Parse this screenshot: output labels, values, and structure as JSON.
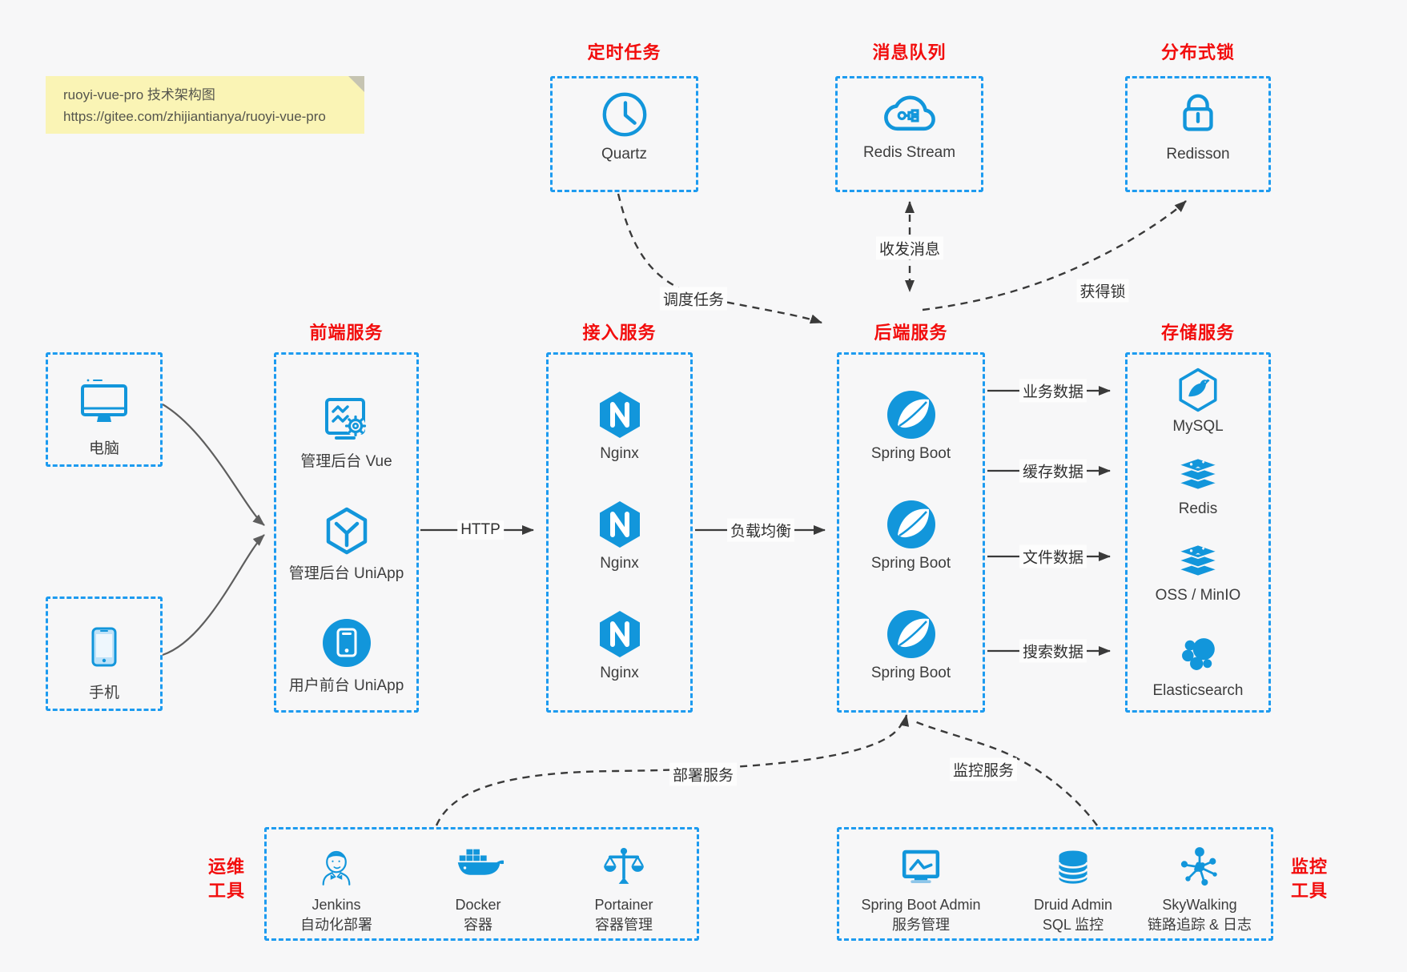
{
  "note": {
    "line1": "ruoyi-vue-pro 技术架构图",
    "line2": "https://gitee.com/zhijiantianya/ruoyi-vue-pro"
  },
  "top_groups": [
    {
      "title": "定时任务",
      "icon": "clock-icon",
      "label": "Quartz"
    },
    {
      "title": "消息队列",
      "icon": "cloud-stream-icon",
      "label": "Redis Stream"
    },
    {
      "title": "分布式锁",
      "icon": "lock-icon",
      "label": "Redisson"
    }
  ],
  "clients": [
    {
      "icon": "desktop-icon",
      "label": "电脑"
    },
    {
      "icon": "mobile-icon",
      "label": "手机"
    }
  ],
  "columns": [
    {
      "title": "前端服务",
      "items": [
        {
          "icon": "admin-vue-icon",
          "label": "管理后台 Vue"
        },
        {
          "icon": "uniapp-icon",
          "label": "管理后台 UniApp"
        },
        {
          "icon": "user-app-icon",
          "label": "用户前台 UniApp"
        }
      ]
    },
    {
      "title": "接入服务",
      "items": [
        {
          "icon": "nginx-icon",
          "label": "Nginx"
        },
        {
          "icon": "nginx-icon",
          "label": "Nginx"
        },
        {
          "icon": "nginx-icon",
          "label": "Nginx"
        }
      ]
    },
    {
      "title": "后端服务",
      "items": [
        {
          "icon": "spring-icon",
          "label": "Spring Boot"
        },
        {
          "icon": "spring-icon",
          "label": "Spring Boot"
        },
        {
          "icon": "spring-icon",
          "label": "Spring Boot"
        }
      ]
    },
    {
      "title": "存储服务",
      "items": [
        {
          "icon": "mysql-icon",
          "label": "MySQL"
        },
        {
          "icon": "redis-icon",
          "label": "Redis"
        },
        {
          "icon": "redis-icon",
          "label": "OSS / MinIO"
        },
        {
          "icon": "elasticsearch-icon",
          "label": "Elasticsearch"
        }
      ]
    }
  ],
  "bottom_groups": [
    {
      "side": {
        "line1": "运维",
        "line2": "工具"
      },
      "items": [
        {
          "icon": "jenkins-icon",
          "name": "Jenkins",
          "desc": "自动化部署"
        },
        {
          "icon": "docker-icon",
          "name": "Docker",
          "desc": "容器"
        },
        {
          "icon": "portainer-icon",
          "name": "Portainer",
          "desc": "容器管理"
        }
      ]
    },
    {
      "side": {
        "line1": "监控",
        "line2": "工具"
      },
      "items": [
        {
          "icon": "spring-boot-admin-icon",
          "name": "Spring Boot Admin",
          "desc": "服务管理"
        },
        {
          "icon": "druid-icon",
          "name": "Druid Admin",
          "desc": "SQL 监控"
        },
        {
          "icon": "skywalking-icon",
          "name": "SkyWalking",
          "desc": "链路追踪 & 日志"
        }
      ]
    }
  ],
  "edges": {
    "http": "HTTP",
    "load_balance": "负载均衡",
    "schedule": "调度任务",
    "message": "收发消息",
    "lock": "获得锁",
    "business": "业务数据",
    "cache": "缓存数据",
    "file": "文件数据",
    "search": "搜索数据",
    "deploy": "部署服务",
    "monitor": "监控服务"
  },
  "colors": {
    "border_blue": "#1d9bf0",
    "icon_blue": "#1296db",
    "title_red": "#f20d0d",
    "note_yellow": "#faf4b5"
  }
}
